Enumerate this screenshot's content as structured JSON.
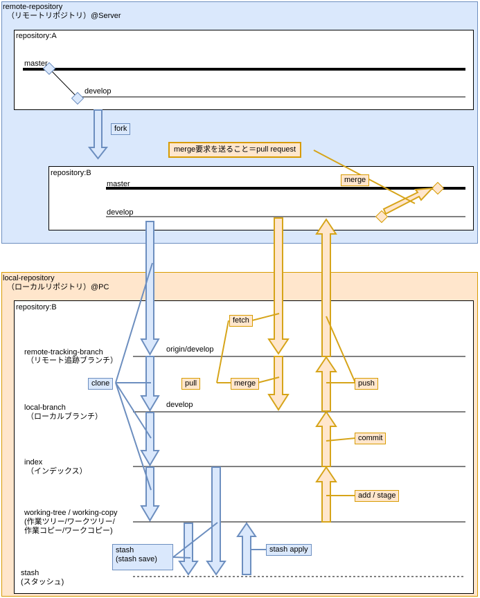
{
  "remote_region": {
    "title_line1": "remote-repository",
    "title_line2": "（リモートリポジトリ）@Server",
    "repo_a": {
      "title": "repository:A",
      "master_label": "master",
      "develop_label": "develop"
    },
    "fork_label": "fork",
    "pull_request_label": "merge要求を送ること＝pull request",
    "repo_b": {
      "title": "repository:B",
      "master_label": "master",
      "develop_label": "develop"
    },
    "merge_label": "merge"
  },
  "local_region": {
    "title_line1": "local-repository",
    "title_line2": "（ローカルリポジトリ）@PC",
    "repo_b_title": "repository:B",
    "levels": {
      "remote_tracking_line1": "remote-tracking-branch",
      "remote_tracking_line2": "（リモート追跡ブランチ）",
      "local_branch_line1": "local-branch",
      "local_branch_line2": "（ローカルブランチ）",
      "index_line1": "index",
      "index_line2": "（インデックス）",
      "working_tree_line1": "working-tree / working-copy",
      "working_tree_line2": "(作業ツリー/ワークツリー/",
      "working_tree_line3": "作業コピー/ワークコピー)",
      "stash_line1": "stash",
      "stash_line2": "(スタッシュ)"
    },
    "origin_develop_label": "origin/develop",
    "develop_label": "develop",
    "tags": {
      "clone": "clone",
      "fetch": "fetch",
      "pull": "pull",
      "merge": "merge",
      "push": "push",
      "commit": "commit",
      "add_stage": "add / stage",
      "stash_save_line1": "stash",
      "stash_save_line2": "(stash save)",
      "stash_apply": "stash apply"
    }
  },
  "colors": {
    "blue_fill": "#dae8fc",
    "blue_stroke": "#6c8ebf",
    "orange_fill": "#ffe6cc",
    "orange_stroke": "#d79b00",
    "gold_fill": "#ffe6cc",
    "gold_stroke": "#d6a419"
  }
}
